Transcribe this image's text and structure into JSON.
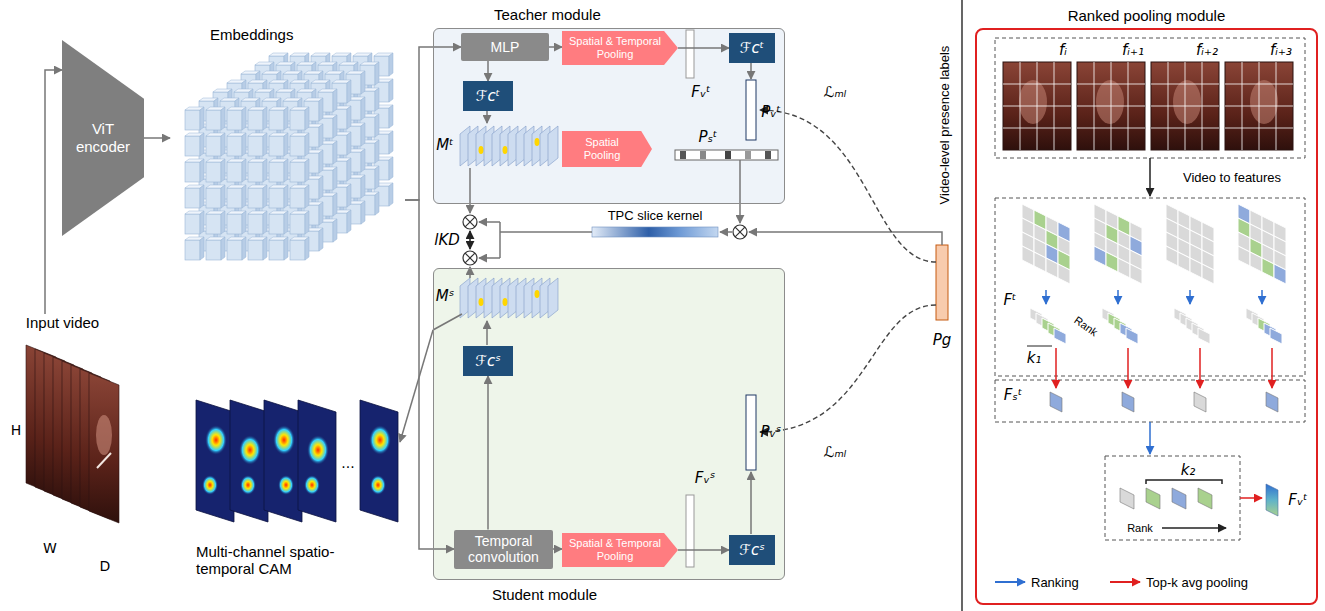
{
  "diagram": {
    "nodes": [
      {
        "text": [
          "Input video"
        ]
      },
      {
        "text": [
          "ViT encoder"
        ]
      },
      {
        "text": [
          "Embeddings"
        ]
      },
      {
        "text": [
          "Teacher module"
        ]
      },
      {
        "text": [
          "MLP"
        ],
        "in": 3
      },
      {
        "text": [
          "Spatial & Temporal Pooling"
        ],
        "in": 3
      },
      {
        "text": [
          "ℱcᵗ"
        ],
        "in": 3
      },
      {
        "text": [
          "ℱcᵗ"
        ],
        "in": 3
      },
      {
        "text": [
          "Spatial Pooling"
        ],
        "in": 3
      },
      {
        "text": [
          "Student module"
        ]
      },
      {
        "text": [
          "ℱcˢ"
        ],
        "in": 9
      },
      {
        "text": [
          "Temporal convolution"
        ],
        "in": 9
      },
      {
        "text": [
          "Spatial & Temporal Pooling"
        ],
        "in": 9
      },
      {
        "text": [
          "ℱcˢ"
        ],
        "in": 9
      },
      {
        "text": [
          "Multi-channel spatio-temporal CAM"
        ]
      },
      {
        "text": [
          "Ranked pooling module"
        ]
      }
    ],
    "edges": [
      {
        "from": 0,
        "to": 1,
        "arrow": "to"
      },
      {
        "from": 1,
        "to": 2,
        "arrow": "to"
      },
      {
        "from": 2,
        "to": 4,
        "arrow": "to"
      },
      {
        "from": 2,
        "to": 11,
        "arrow": "to"
      },
      {
        "from": 4,
        "to": 5,
        "arrow": "to"
      },
      {
        "from": 5,
        "to": 6,
        "arrow": "to"
      },
      {
        "from": 4,
        "to": 7,
        "arrow": "to"
      },
      {
        "from": 11,
        "to": 10,
        "arrow": "to"
      },
      {
        "from": 11,
        "to": 12,
        "arrow": "to"
      },
      {
        "from": 12,
        "to": 13,
        "arrow": "to"
      },
      {
        "from": 9,
        "to": 14,
        "arrow": "to"
      }
    ],
    "labels": [
      "H",
      "W",
      "D",
      "...",
      "Fᵥᵗ",
      "Mᵗ",
      "Pₛᵗ",
      "Pᵥᵗ",
      "lKD",
      "TPC slice kernel",
      "Video-level presence labels",
      "Pg",
      "ℒₘₗ",
      "ℒₘₗ",
      "Mˢ",
      "Fᵥˢ",
      "Pᵥˢ",
      "fᵢ",
      "fᵢ₊₁",
      "fᵢ₊₂",
      "fᵢ₊₃",
      "Video to features",
      "Fᵗ",
      "k₁",
      "Rank",
      "Fₛᵗ",
      "k₂",
      "Rank",
      "Fᵥᵗ"
    ],
    "legend": [
      {
        "text": "Ranking"
      },
      {
        "text": "Top-k avg pooling"
      }
    ]
  }
}
